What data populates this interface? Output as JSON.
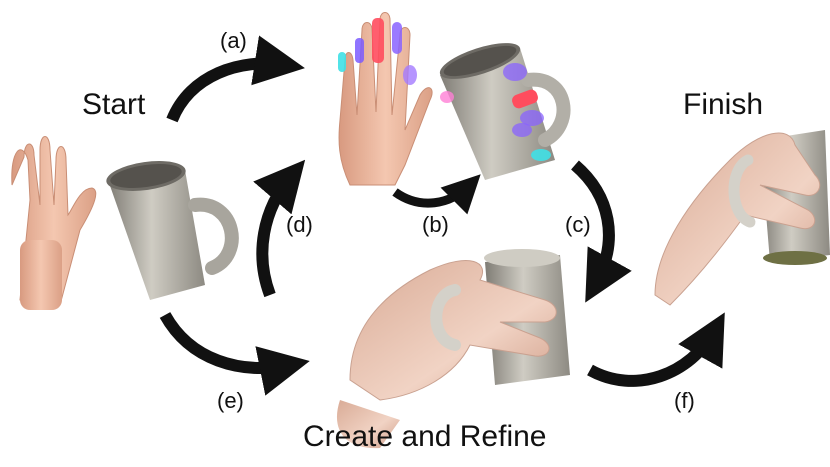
{
  "labels": {
    "start": "Start",
    "finish": "Finish",
    "create_refine": "Create and Refine"
  },
  "steps": {
    "a": "(a)",
    "b": "(b)",
    "c": "(c)",
    "d": "(d)",
    "e": "(e)",
    "f": "(f)"
  },
  "colors": {
    "skin": "#efbfa7",
    "skin_shadow": "#d99a80",
    "grasp_skin": "#e8c6b5",
    "mug": "#c9c6bd",
    "mug_dark": "#8f8c84",
    "arrow": "#111111",
    "contact_red": "#ff4d5e",
    "contact_purple": "#8a63ff",
    "contact_cyan": "#3fe0e6",
    "contact_pink": "#ff7fd6"
  }
}
